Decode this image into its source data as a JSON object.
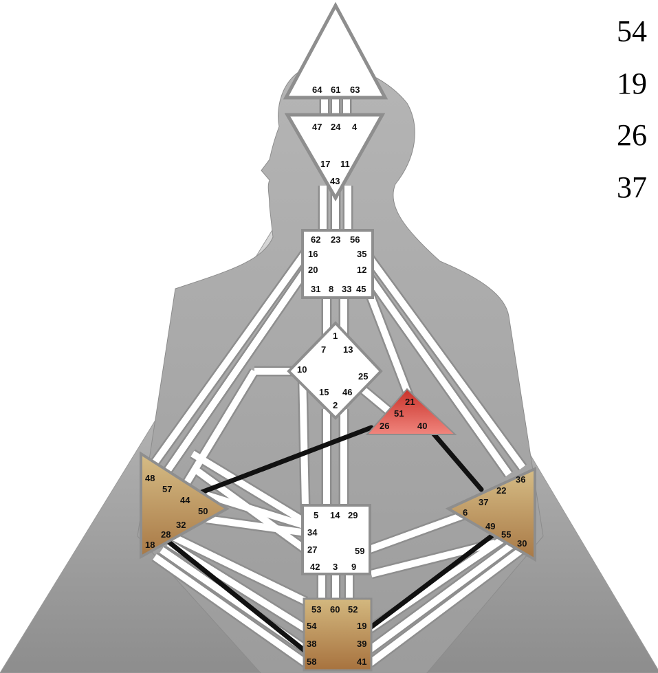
{
  "side_numbers": [
    "54",
    "19",
    "26",
    "37"
  ],
  "centers": {
    "head": {
      "gates": [
        "64",
        "61",
        "63"
      ],
      "defined": false
    },
    "ajna": {
      "gates": [
        "47",
        "24",
        "4",
        "17",
        "11",
        "43"
      ],
      "defined": false
    },
    "throat": {
      "gates": [
        "62",
        "23",
        "56",
        "16",
        "35",
        "20",
        "12",
        "31",
        "8",
        "33",
        "45"
      ],
      "defined": false
    },
    "g": {
      "gates": [
        "1",
        "7",
        "13",
        "10",
        "25",
        "15",
        "46",
        "2"
      ],
      "defined": false
    },
    "ego": {
      "gates": [
        "21",
        "51",
        "26",
        "40"
      ],
      "defined": true,
      "color": "#e0463c"
    },
    "spleen": {
      "gates": [
        "48",
        "57",
        "44",
        "50",
        "32",
        "28",
        "18"
      ],
      "defined": true,
      "color": "#b88f55"
    },
    "solar_plexus": {
      "gates": [
        "36",
        "22",
        "37",
        "6",
        "49",
        "55",
        "30"
      ],
      "defined": true,
      "color": "#b88f55"
    },
    "sacral": {
      "gates": [
        "5",
        "14",
        "29",
        "34",
        "27",
        "59",
        "42",
        "3",
        "9"
      ],
      "defined": false
    },
    "root": {
      "gates": [
        "53",
        "60",
        "52",
        "54",
        "19",
        "38",
        "39",
        "58",
        "41"
      ],
      "defined": true,
      "color": "#b07f4c"
    }
  },
  "active_channels": [
    "26-44",
    "37-40",
    "18-58",
    "19-49"
  ],
  "colors": {
    "background_triangle": "#a9a9a9",
    "silhouette": "#bdbdbd",
    "channel_fill": "#ffffff",
    "active_channel": "#111111"
  }
}
